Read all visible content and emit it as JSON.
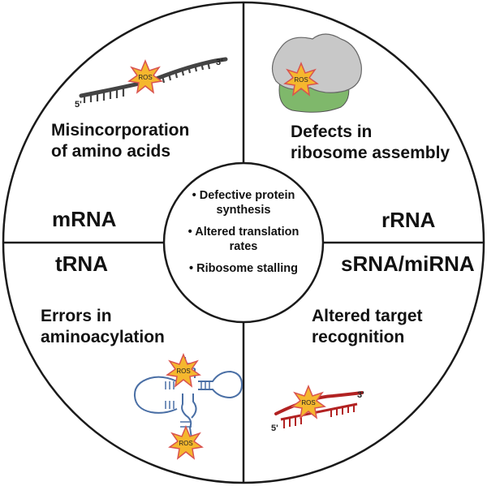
{
  "quadrants": {
    "mrna": {
      "title_line1": "Misincorporation",
      "title_line2": "of amino acids",
      "label": "mRNA"
    },
    "rrna": {
      "title_line1": "Defects in",
      "title_line2": "ribosome assembly",
      "label": "rRNA"
    },
    "trna": {
      "title_line1": "Errors in",
      "title_line2": "aminoacylation",
      "label": "tRNA"
    },
    "srna": {
      "title_line1": "Altered target",
      "title_line2": "recognition",
      "label": "sRNA/miRNA"
    }
  },
  "center": {
    "item1_line1": "• Defective protein",
    "item1_line2": "synthesis",
    "item2_line1": "• Altered translation",
    "item2_line2": "rates",
    "item3": "• Ribosome stalling"
  },
  "ros_label": "ROS",
  "ends": {
    "five_prime": "5'",
    "three_prime": "3'"
  },
  "colors": {
    "outline": "#1a1a1a",
    "ros_fill": "#f5b72e",
    "ros_stroke": "#d9534f",
    "mrna_strand": "#444444",
    "ribosome_large": "#c8c8c8",
    "ribosome_small": "#7fb86b",
    "trna_strand": "#4a6fa5",
    "srna_strand": "#b22222"
  }
}
